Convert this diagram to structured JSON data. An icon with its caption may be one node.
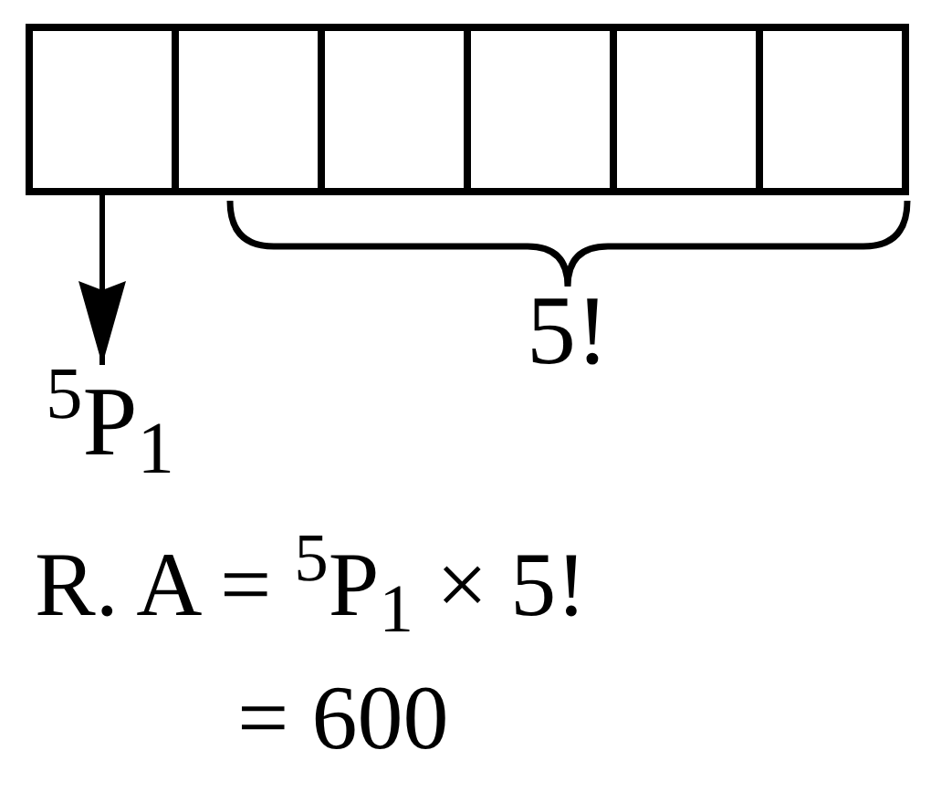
{
  "diagram": {
    "nodes": [
      {
        "text": [],
        "shape": "box"
      },
      {
        "text": [],
        "shape": "box"
      },
      {
        "text": [],
        "shape": "box"
      },
      {
        "text": [],
        "shape": "box"
      },
      {
        "text": [],
        "shape": "box"
      },
      {
        "text": [],
        "shape": "box"
      },
      {
        "text": [
          "$^{5}$P$_{1}$"
        ]
      }
    ],
    "edges": [
      {
        "from": 0,
        "to": 6,
        "arrow": "to"
      }
    ],
    "labels": [
      "5!",
      "R. A = $^{5}$P$_{1}$ × 5!",
      "= 600"
    ]
  }
}
